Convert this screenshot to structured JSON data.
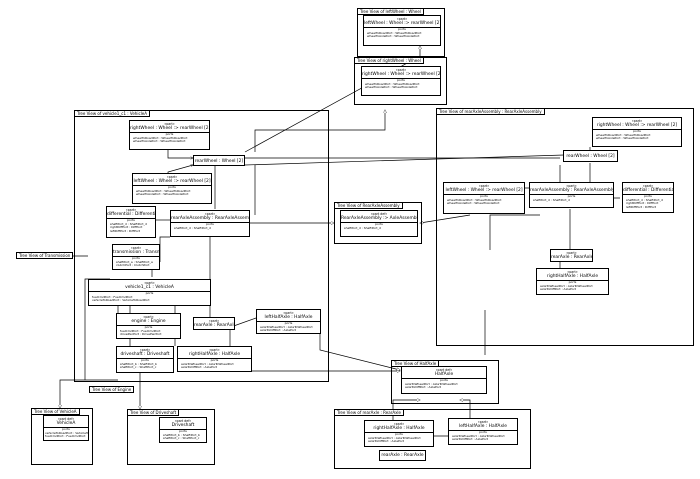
{
  "packages": {
    "left_wheel": "Tree View of leftWheel : Wheel",
    "right_wheel": "Tree View of rightWheel : Wheel",
    "vehicle": "Tree View of vehicle1_c1 : VehicleA",
    "rear_axle_assembly": "Tree View of rearAxleAssembly : RearAxleAssembly",
    "rear_axle_assembly_def": "Tree View of RearAxleAssembly",
    "transmission": "Tree View of Transmission",
    "engine": "Tree View of Engine",
    "half_axle": "Tree View of HalfAxle",
    "vehicle_a": "Tree View of VehicleA",
    "driveshaft": "Tree View of Driveshaft",
    "rear_axle": "Tree View of rearAxle : RearAxle"
  },
  "blocks": {
    "lw_top": {
      "st": "«part»",
      "nm": "leftWheel : Wheel :> rearWheel [2]",
      "cmp": "ports",
      "items": [
        "wheelToRoadPort : WheelToRoadPort",
        "wheelToAxlePort : WheelToAxlePort"
      ]
    },
    "rw_top": {
      "st": "«part»",
      "nm": "rightWheel : Wheel :> rearWheel [2]",
      "cmp": "ports",
      "items": [
        "wheelToRoadPort : WheelToRoadPort",
        "wheelToAxlePort : WheelToAxlePort"
      ]
    },
    "v_rw": {
      "st": "«part»",
      "nm": "rightWheel : Wheel :> rearWheel [2]",
      "cmp": "ports",
      "items": [
        "wheelToRoadPort : WheelToRoadPort",
        "wheelToAxlePort : WheelToAxlePort"
      ]
    },
    "v_rear_wheel": {
      "nm": "rearWheel : Wheel [2]"
    },
    "v_lw": {
      "st": "«part»",
      "nm": "leftWheel : Wheel :> rearWheel [2]",
      "cmp": "ports",
      "items": [
        "wheelToRoadPort : WheelToRoadPort",
        "wheelToAxlePort : WheelToAxlePort"
      ]
    },
    "v_diff": {
      "st": "«part»",
      "nm": "differential : Differential",
      "cmp": "ports",
      "items": [
        "shaftPort_d : ShaftPort_d",
        "rightDiffPort : DiffPort",
        "leftDiffPort : DiffPort"
      ]
    },
    "v_raa": {
      "st": "«part»",
      "nm": "rearAxleAssembly : RearAxleAssembly",
      "cmp": "ports",
      "items": [
        "shaftPort_d : ShaftPort_d"
      ]
    },
    "v_trans": {
      "st": "«part»",
      "nm": "transmission : Transmission",
      "cmp": "ports",
      "items": [
        "shaftPort_a : ShaftPort_a",
        "clutchPort : ClutchPort"
      ]
    },
    "v_root": {
      "st": "«part»",
      "nm": "vehicle1_c1 : VehicleA",
      "cmp": "ports",
      "items": [
        "fuelCmdPort : FuelCmdPort",
        "vehicleToRoadPort : VehicleToRoadPort"
      ]
    },
    "v_engine": {
      "st": "«part»",
      "nm": "engine : Engine",
      "cmp": "ports",
      "items": [
        "fuelCmdPort : FuelCmdPort",
        "drivePwrPort : DrivePwrPort"
      ]
    },
    "v_drive": {
      "st": "«part»",
      "nm": "driveshaft : Driveshaft",
      "cmp": "ports",
      "items": [
        "shaftPort_b : ShaftPort_b",
        "shaftPort_c : ShaftPort_c"
      ]
    },
    "v_rearaxle": {
      "st": "«part»",
      "nm": "rearAxle : RearAxle"
    },
    "v_lha": {
      "st": "«part»",
      "nm": "leftHalfAxle : HalfAxle",
      "cmp": "ports",
      "items": [
        "axleToWheelPort : AxleToWheelPort",
        "axleToDiffPort : AxlePort"
      ]
    },
    "v_rha": {
      "st": "«part»",
      "nm": "rightHalfAxle : HalfAxle",
      "cmp": "ports",
      "items": [
        "axleToWheelPort : AxleToWheelPort",
        "axleToDiffPort : AxlePort"
      ]
    },
    "raa_def": {
      "st": "«part def»",
      "nm": "RearAxleAssembly :> AxleAssembly",
      "cmp": "ports",
      "items": [
        "shaftPort_d : ShaftPort_d"
      ]
    },
    "r_rw": {
      "st": "«part»",
      "nm": "rightWheel : Wheel :> rearWheel [2]",
      "cmp": "ports",
      "items": [
        "wheelToRoadPort : WheelToRoadPort",
        "wheelToAxlePort : WheelToAxlePort"
      ]
    },
    "r_rear_wheel": {
      "nm": "rearWheel : Wheel [2]"
    },
    "r_lw": {
      "st": "«part»",
      "nm": "leftWheel : Wheel :> rearWheel [2]",
      "cmp": "ports",
      "items": [
        "wheelToRoadPort : WheelToRoadPort",
        "wheelToAxlePort : WheelToAxlePort"
      ]
    },
    "r_raa": {
      "st": "«part»",
      "nm": "rearAxleAssembly : RearAxleAssembly",
      "cmp": "ports",
      "items": [
        "shaftPort_d : ShaftPort_d"
      ]
    },
    "r_diff": {
      "st": "«part»",
      "nm": "differential : Differential",
      "cmp": "ports",
      "items": [
        "shaftPort_d : ShaftPort_d",
        "rightDiffPort : DiffPort",
        "leftDiffPort : DiffPort"
      ]
    },
    "r_rearaxle": {
      "st": "«part»",
      "nm": "rearAxle : RearAxle"
    },
    "r_rha": {
      "st": "«part»",
      "nm": "rightHalfAxle : HalfAxle",
      "cmp": "ports",
      "items": [
        "axleToWheelPort : AxleToWheelPort",
        "axleToDiffPort : AxlePort"
      ]
    },
    "halfaxle_def": {
      "st": "«part def»",
      "nm": "HalfAxle",
      "cmp": "ports",
      "items": [
        "axleToWheelPort : AxleToWheelPort",
        "axleToDiffPort : AxlePort"
      ]
    },
    "vehiclea_def": {
      "st": "«part def»",
      "nm": "VehicleA",
      "cmp": "ports",
      "items": [
        "vehicleToRoadPort : VehicleToRoadPort",
        "fuelCmdPort : FuelCmdPort"
      ]
    },
    "driveshaft_def": {
      "st": "«part def»",
      "nm": "Driveshaft",
      "cmp": "ports",
      "items": [
        "shaftPort_b : ShaftPort_b",
        "shaftPort_c : ShaftPort_c"
      ]
    },
    "ra_rha": {
      "st": "«part»",
      "nm": "rightHalfAxle : HalfAxle",
      "cmp": "ports",
      "items": [
        "axleToWheelPort : AxleToWheelPort",
        "axleToDiffPort : AxlePort"
      ]
    },
    "ra_lha": {
      "st": "«part»",
      "nm": "leftHalfAxle : HalfAxle",
      "cmp": "ports",
      "items": [
        "axleToWheelPort : AxleToWheelPort",
        "axleToDiffPort : AxlePort"
      ]
    },
    "ra_root": {
      "nm": "rearAxle : RearAxle"
    }
  }
}
